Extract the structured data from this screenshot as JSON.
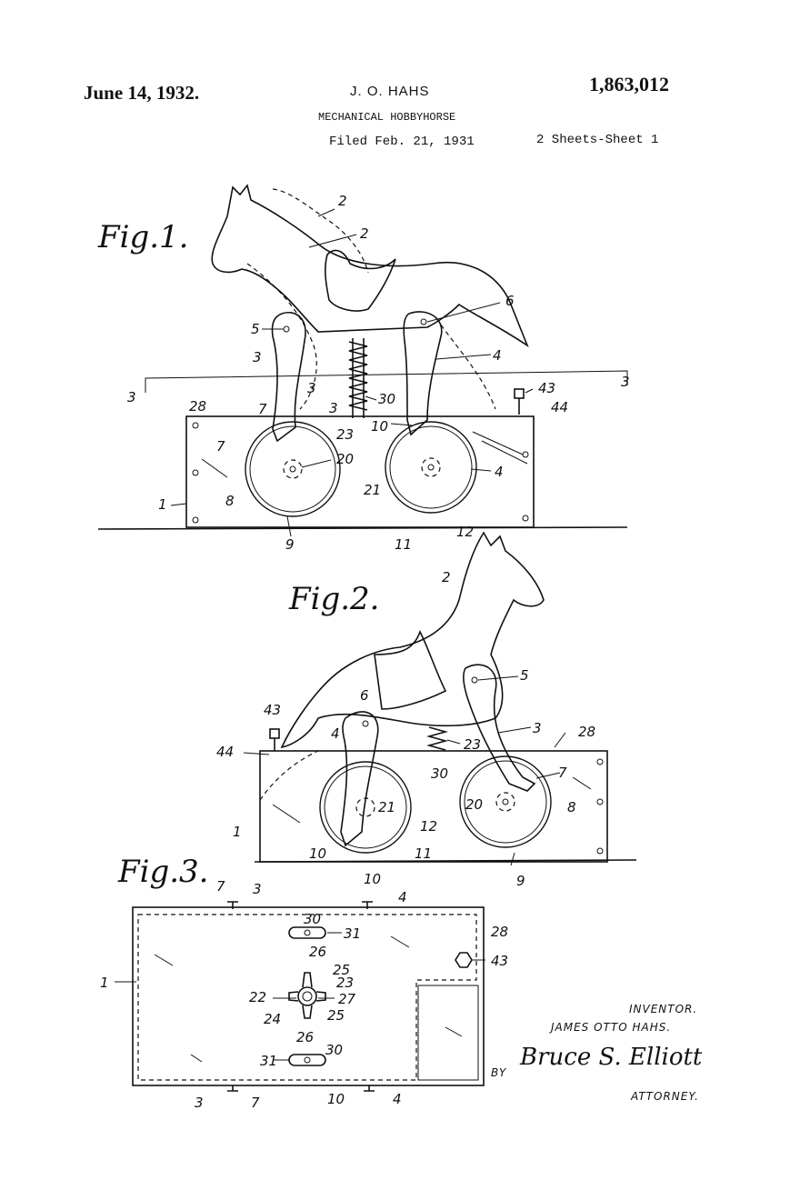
{
  "header": {
    "date": "June 14, 1932.",
    "inventor_short": "J. O. HAHS",
    "patent_number": "1,863,012",
    "title": "MECHANICAL HOBBYHORSE",
    "filed": "Filed Feb. 21, 1931",
    "sheets": "2 Sheets-Sheet  1"
  },
  "figures": {
    "fig1": {
      "label": "Fig.1."
    },
    "fig2": {
      "label": "Fig.2."
    },
    "fig3": {
      "label": "Fig.3."
    }
  },
  "refs": {
    "fig1": [
      "2",
      "2",
      "6",
      "5",
      "3",
      "4",
      "3",
      "3",
      "28",
      "30",
      "43",
      "44",
      "7",
      "7",
      "20",
      "23",
      "10",
      "8",
      "21",
      "4",
      "1",
      "9",
      "11",
      "12"
    ],
    "fig2": [
      "2",
      "5",
      "6",
      "43",
      "4",
      "3",
      "28",
      "23",
      "44",
      "30",
      "7",
      "1",
      "21",
      "20",
      "8",
      "12",
      "10",
      "11",
      "9"
    ],
    "fig3": [
      "7",
      "3",
      "10",
      "4",
      "30",
      "31",
      "28",
      "26",
      "25",
      "43",
      "1",
      "23",
      "22",
      "27",
      "24",
      "25",
      "26",
      "31",
      "30",
      "3",
      "7",
      "10",
      "4"
    ]
  },
  "signature": {
    "inventor_caption": "INVENTOR.",
    "inventor_name": "JAMES OTTO HAHS.",
    "by": "BY",
    "attorney_signature": "Bruce S. Elliott",
    "attorney_caption": "ATTORNEY."
  }
}
